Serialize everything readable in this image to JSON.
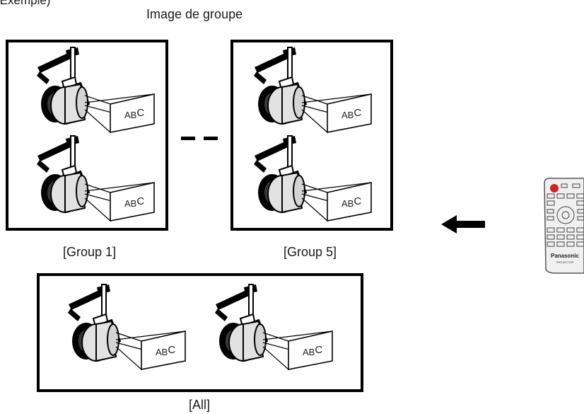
{
  "top_partial": "(Exemple)",
  "title": "Image de groupe",
  "groups": {
    "group1": "[Group 1]",
    "group5": "[Group 5]",
    "all": "[All]"
  },
  "screen_text": {
    "a": "AB",
    "b": "C"
  },
  "remote": {
    "brand": "Panasonic",
    "model": "PROJECTOR"
  }
}
